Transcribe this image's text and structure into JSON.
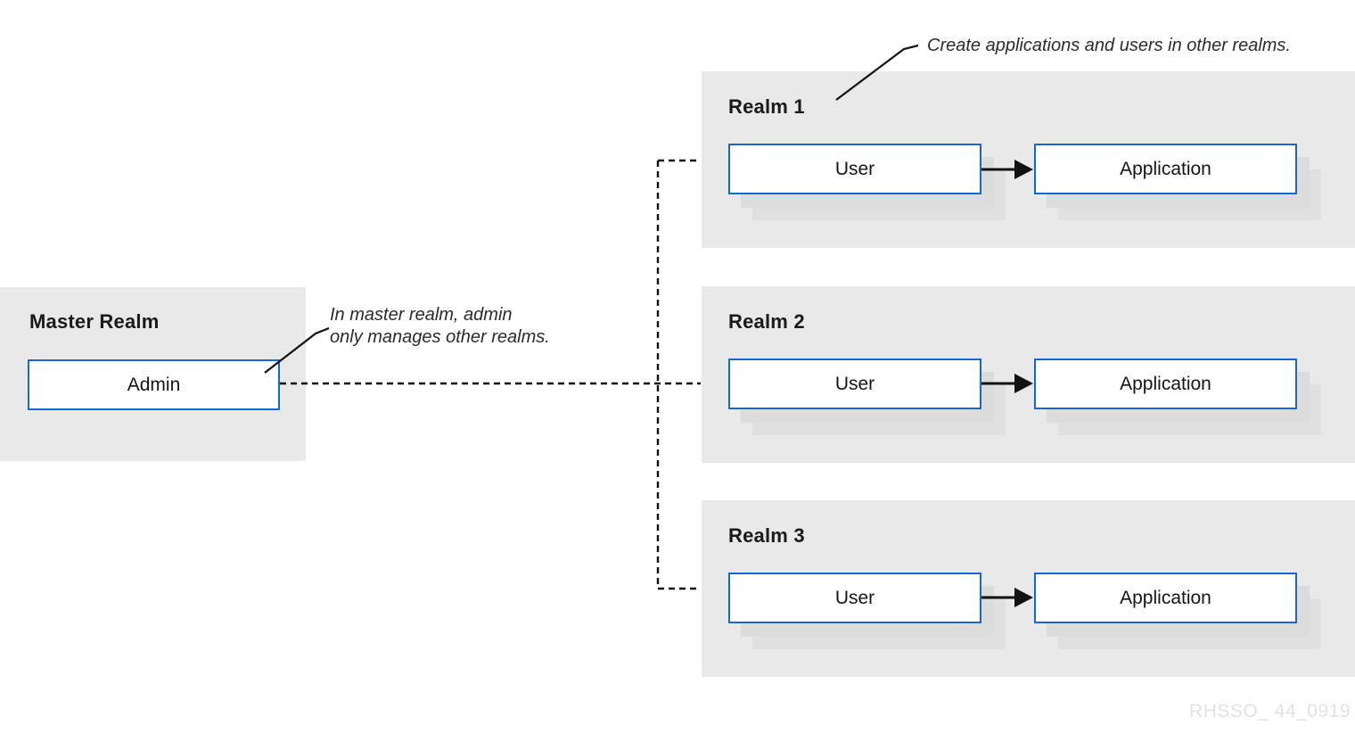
{
  "diagram": {
    "master": {
      "title": "Master Realm",
      "admin_label": "Admin"
    },
    "realms": [
      {
        "title": "Realm 1",
        "user_label": "User",
        "app_label": "Application"
      },
      {
        "title": "Realm 2",
        "user_label": "User",
        "app_label": "Application"
      },
      {
        "title": "Realm 3",
        "user_label": "User",
        "app_label": "Application"
      }
    ],
    "annotations": {
      "top_note": "Create applications and users in other realms.",
      "master_note_line1": "In master realm, admin",
      "master_note_line2": "only manages other realms."
    },
    "watermark": "RHSSO_ 44_0919",
    "colors": {
      "panel_bg": "#e9e9e9",
      "box_border_blue": "#1767d2",
      "box_shadow_gray": "#dcdcdc",
      "line_black": "#111111",
      "watermark_gray": "#e2e2e2"
    }
  }
}
